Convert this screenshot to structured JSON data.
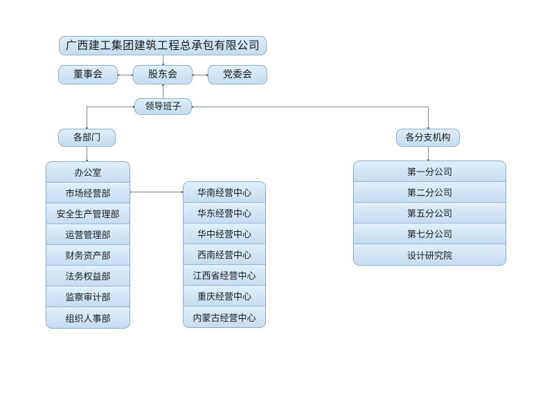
{
  "chart": {
    "type": "org-chart",
    "title": "广西建工集团建筑工程总承包有限公司",
    "background_color": "#ffffff",
    "box_fill_color": "#d2e6f6",
    "box_border_color": "#8aa9c4",
    "connector_color": "#7b8794",
    "text_color": "#1a1a1a"
  },
  "nodes": {
    "company": "广西建工集团建筑工程总承包有限公司",
    "board_of_directors": "董事会",
    "shareholders_meeting": "股东会",
    "party_committee": "党委会",
    "leadership_team": "领导班子",
    "departments_group": "各部门",
    "branches_group": "各分支机构"
  },
  "departments": {
    "label": "各部门",
    "items": [
      "办公室",
      "市场经营部",
      "安全生产管理部",
      "运营管理部",
      "财务资产部",
      "法务权益部",
      "监察审计部",
      "组织人事部"
    ]
  },
  "business_centers": {
    "items": [
      "华南经营中心",
      "华东经营中心",
      "华中经营中心",
      "西南经营中心",
      "江西省经营中心",
      "重庆经营中心",
      "内蒙古经营中心"
    ]
  },
  "branches": {
    "label": "各分支机构",
    "items": [
      "第一分公司",
      "第二分公司",
      "第五分公司",
      "第七分公司",
      "设计研究院"
    ]
  }
}
